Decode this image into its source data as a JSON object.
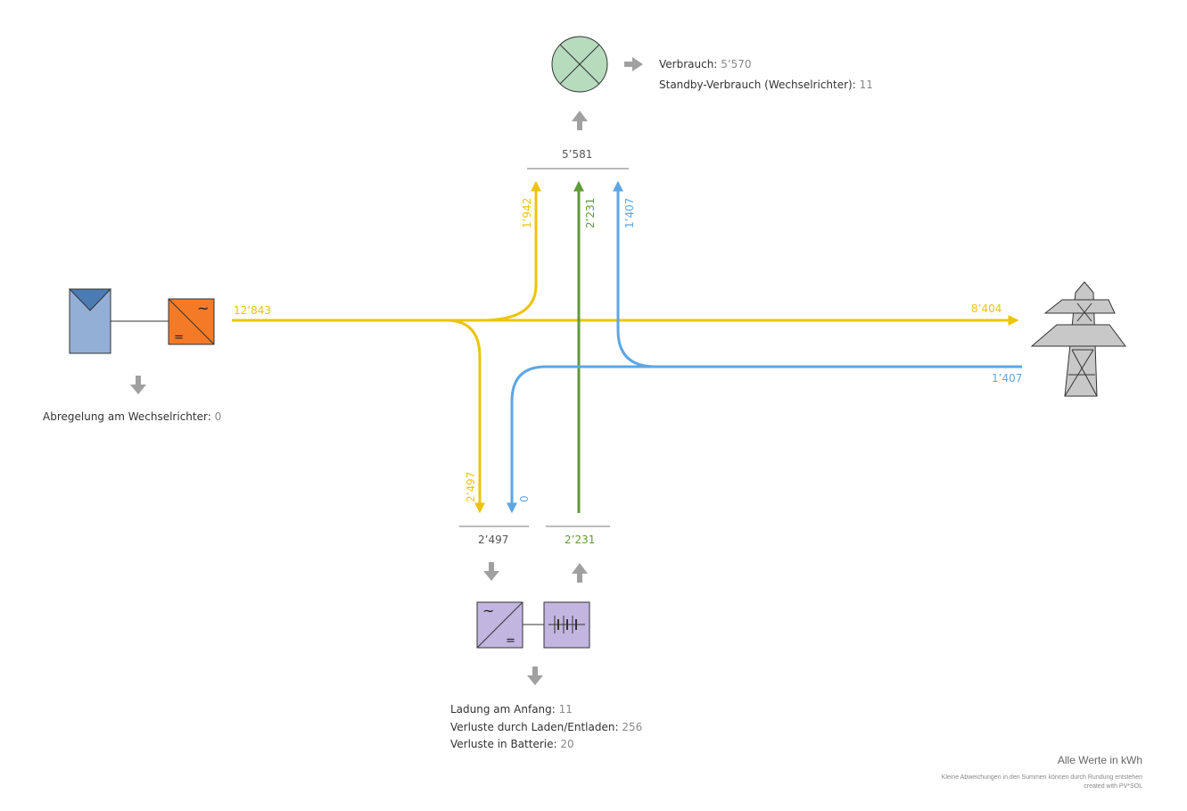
{
  "pv_input": "12’843",
  "grid_export": "8’404",
  "grid_import": "1’407",
  "flow_pv_to_consumer": "1’942",
  "flow_battery_to_consumer": "2’231",
  "flow_grid_to_consumer": "1’407",
  "flow_pv_to_battery": "2’497",
  "flow_grid_to_battery": "0",
  "consumer_total": "5’581",
  "battery_charge_total": "2’497",
  "battery_discharge_total": "2’231",
  "consumption": {
    "label1": "Verbrauch:",
    "value1": "5’570",
    "label2": "Standby-Verbrauch (Wechselrichter):",
    "value2": "11"
  },
  "inverter_curtailment": {
    "label": "Abregelung am Wechselrichter:",
    "value": "0"
  },
  "battery_info": {
    "label1": "Ladung am Anfang:",
    "value1": "11",
    "label2": "Verluste durch Laden/Entladen:",
    "value2": "256",
    "label3": "Verluste in Batterie:",
    "value3": "20"
  },
  "footer": {
    "units": "Alle Werte in kWh",
    "note": "Kleine Abweichungen in den Summen können durch Rundung entstehen",
    "credit": "created with PV*SOL"
  },
  "colors": {
    "pv_flow": "#ecc40d",
    "battery_flow": "#5f9b37",
    "grid_flow": "#5ea6e3",
    "arrow_grey": "#a0a0a0"
  }
}
